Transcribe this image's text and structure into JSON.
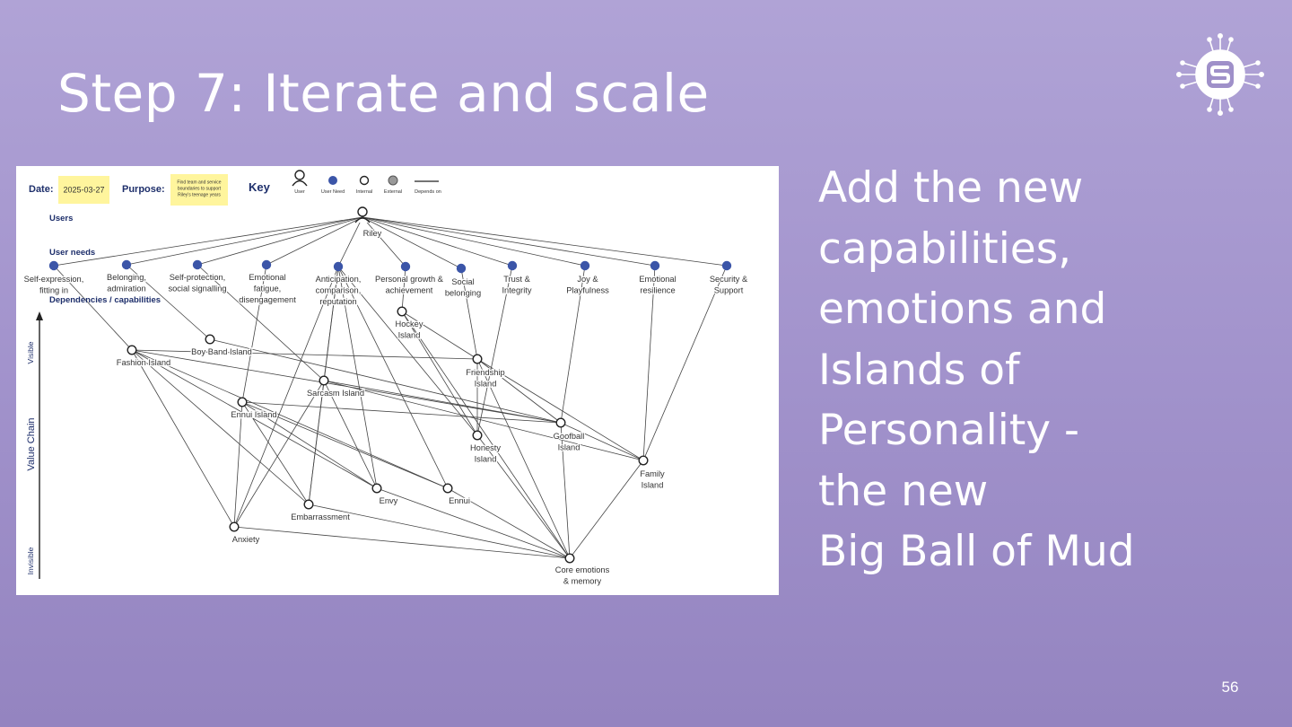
{
  "slide": {
    "title": "Step 7: Iterate and scale",
    "body_lines": [
      "Add the new",
      "capabilities,",
      "emotions and",
      "Islands of",
      "Personality -",
      "the new",
      "Big Ball of Mud"
    ],
    "page_number": "56"
  },
  "colors": {
    "user_need_node": "#3b55a8",
    "header_blue": "#1e2f6b",
    "sticky_note": "#fff59d",
    "text_white": "#ffffff"
  },
  "map": {
    "header": {
      "date_label": "Date:",
      "date_value": "2025-03-27",
      "purpose_label": "Purpose:",
      "purpose_note": [
        "Find team and service",
        "boundaries to support",
        "Riley's teenage years"
      ],
      "key_label": "Key"
    },
    "key_items": [
      {
        "id": "user",
        "icon": "user-icon",
        "label": "User"
      },
      {
        "id": "need",
        "icon": "filled-circle-icon",
        "label": "User Need"
      },
      {
        "id": "internal",
        "icon": "open-circle-icon",
        "label": "Internal"
      },
      {
        "id": "external",
        "icon": "grey-circle-icon",
        "label": "External"
      },
      {
        "id": "depends",
        "icon": "line-icon",
        "label": "Depends on"
      }
    ],
    "row_labels": {
      "users": "Users",
      "user_needs": "User needs",
      "dependencies": "Dependencies / capabilities"
    },
    "axis": {
      "title": "Value Chain",
      "top": "Visible",
      "bottom": "Invisible"
    },
    "nodes": [
      {
        "id": "riley",
        "type": "user",
        "label": [
          "Riley"
        ]
      },
      {
        "id": "n1",
        "type": "need",
        "label": [
          "Self-expression,",
          "fitting in"
        ]
      },
      {
        "id": "n2",
        "type": "need",
        "label": [
          "Belonging,",
          "admiration"
        ]
      },
      {
        "id": "n3",
        "type": "need",
        "label": [
          "Self-protection,",
          "social signalling"
        ]
      },
      {
        "id": "n4",
        "type": "need",
        "label": [
          "Emotional",
          "fatigue,",
          "disengagement"
        ]
      },
      {
        "id": "n5",
        "type": "need",
        "label": [
          "Anticipation,",
          "comparison,",
          "reputation"
        ]
      },
      {
        "id": "n6",
        "type": "need",
        "label": [
          "Personal growth &",
          "achievement"
        ]
      },
      {
        "id": "n7",
        "type": "need",
        "label": [
          "Social",
          "belonging"
        ]
      },
      {
        "id": "n8",
        "type": "need",
        "label": [
          "Trust &",
          "Integrity"
        ]
      },
      {
        "id": "n9",
        "type": "need",
        "label": [
          "Joy &",
          "Playfulness"
        ]
      },
      {
        "id": "n10",
        "type": "need",
        "label": [
          "Emotional",
          "resilience"
        ]
      },
      {
        "id": "n11",
        "type": "need",
        "label": [
          "Security &",
          "Support"
        ]
      },
      {
        "id": "hockey",
        "type": "internal",
        "label": [
          "Hockey",
          "Island"
        ]
      },
      {
        "id": "fashion",
        "type": "internal",
        "label": [
          "Fashion Island"
        ]
      },
      {
        "id": "boyband",
        "type": "internal",
        "label": [
          "Boy Band Island"
        ]
      },
      {
        "id": "friendship",
        "type": "internal",
        "label": [
          "Friendship",
          "Island"
        ]
      },
      {
        "id": "sarcasm",
        "type": "internal",
        "label": [
          "Sarcasm Island"
        ]
      },
      {
        "id": "ennui_island",
        "type": "internal",
        "label": [
          "Ennui Island"
        ]
      },
      {
        "id": "goofball",
        "type": "internal",
        "label": [
          "Goofball",
          "Island"
        ]
      },
      {
        "id": "honesty",
        "type": "internal",
        "label": [
          "Honesty",
          "Island"
        ]
      },
      {
        "id": "family",
        "type": "internal",
        "label": [
          "Family",
          "Island"
        ]
      },
      {
        "id": "envy",
        "type": "internal",
        "label": [
          "Envy"
        ]
      },
      {
        "id": "ennui",
        "type": "internal",
        "label": [
          "Ennui"
        ]
      },
      {
        "id": "embarrassment",
        "type": "internal",
        "label": [
          "Embarrassment"
        ]
      },
      {
        "id": "anxiety",
        "type": "internal",
        "label": [
          "Anxiety"
        ]
      },
      {
        "id": "core",
        "type": "internal",
        "label": [
          "Core emotions",
          "& memory"
        ]
      }
    ],
    "edges": [
      [
        "riley",
        "n1"
      ],
      [
        "riley",
        "n2"
      ],
      [
        "riley",
        "n3"
      ],
      [
        "riley",
        "n4"
      ],
      [
        "riley",
        "n5"
      ],
      [
        "riley",
        "n6"
      ],
      [
        "riley",
        "n7"
      ],
      [
        "riley",
        "n8"
      ],
      [
        "riley",
        "n9"
      ],
      [
        "riley",
        "n10"
      ],
      [
        "riley",
        "n11"
      ],
      [
        "n1",
        "fashion"
      ],
      [
        "n2",
        "boyband"
      ],
      [
        "n3",
        "sarcasm"
      ],
      [
        "n4",
        "ennui_island"
      ],
      [
        "n5",
        "anxiety"
      ],
      [
        "n5",
        "embarrassment"
      ],
      [
        "n5",
        "envy"
      ],
      [
        "n5",
        "ennui"
      ],
      [
        "n5",
        "honesty"
      ],
      [
        "n5",
        "sarcasm"
      ],
      [
        "n6",
        "hockey"
      ],
      [
        "n7",
        "friendship"
      ],
      [
        "n8",
        "honesty"
      ],
      [
        "n9",
        "goofball"
      ],
      [
        "n10",
        "family"
      ],
      [
        "n11",
        "family"
      ],
      [
        "hockey",
        "friendship"
      ],
      [
        "hockey",
        "honesty"
      ],
      [
        "hockey",
        "core"
      ],
      [
        "fashion",
        "friendship"
      ],
      [
        "fashion",
        "envy"
      ],
      [
        "fashion",
        "ennui"
      ],
      [
        "fashion",
        "embarrassment"
      ],
      [
        "fashion",
        "anxiety"
      ],
      [
        "fashion",
        "goofball"
      ],
      [
        "boyband",
        "goofball"
      ],
      [
        "friendship",
        "honesty"
      ],
      [
        "friendship",
        "goofball"
      ],
      [
        "friendship",
        "family"
      ],
      [
        "friendship",
        "core"
      ],
      [
        "sarcasm",
        "anxiety"
      ],
      [
        "sarcasm",
        "embarrassment"
      ],
      [
        "sarcasm",
        "envy"
      ],
      [
        "sarcasm",
        "goofball"
      ],
      [
        "sarcasm",
        "family"
      ],
      [
        "ennui_island",
        "anxiety"
      ],
      [
        "ennui_island",
        "embarrassment"
      ],
      [
        "ennui_island",
        "envy"
      ],
      [
        "ennui_island",
        "ennui"
      ],
      [
        "ennui_island",
        "goofball"
      ],
      [
        "honesty",
        "core"
      ],
      [
        "goofball",
        "core"
      ],
      [
        "goofball",
        "family"
      ],
      [
        "family",
        "core"
      ],
      [
        "envy",
        "core"
      ],
      [
        "ennui",
        "core"
      ],
      [
        "embarrassment",
        "core"
      ],
      [
        "anxiety",
        "core"
      ]
    ]
  }
}
